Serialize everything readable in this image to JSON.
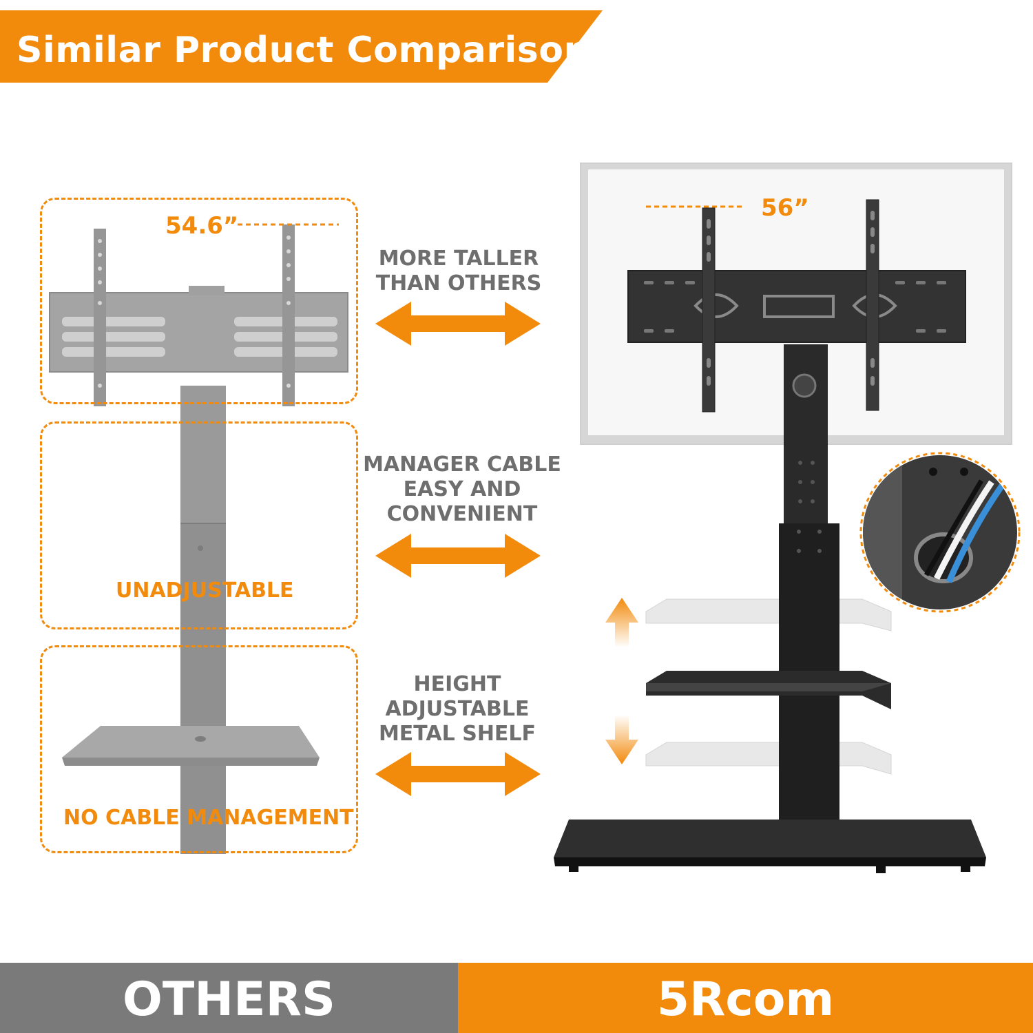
{
  "title": "Similar Product Comparison",
  "colors": {
    "accent": "#f28a0c",
    "gray": "#7a7a7a",
    "text_gray": "#6e6e6e"
  },
  "others": {
    "width_label": "54.6”",
    "unadjustable_label": "UNADJUSTABLE",
    "no_cable_label": "NO CABLE MANAGEMENT"
  },
  "brand": {
    "width_label": "56”"
  },
  "features": [
    {
      "text": "MORE TALLER\nTHAN OTHERS"
    },
    {
      "text": "MANAGER CABLE\nEASY AND\nCONVENIENT"
    },
    {
      "text": "HEIGHT\nADJUSTABLE\nMETAL SHELF"
    }
  ],
  "footer": {
    "left_label": "OTHERS",
    "right_label": "5Rcom"
  },
  "icons": [
    "double-arrow-icon",
    "up-arrow-icon",
    "down-arrow-icon"
  ]
}
